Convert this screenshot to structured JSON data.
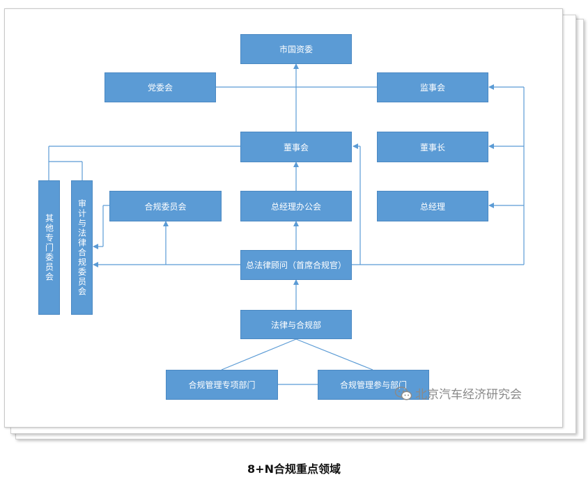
{
  "nodes": {
    "sasac": "市国资委",
    "party_committee": "党委会",
    "supervisory_board": "监事会",
    "board": "董事会",
    "chairman": "董事长",
    "other_committees": "其他专门委员会",
    "audit_law_committee": "审计与法律合规委员会",
    "compliance_committee": "合规委员会",
    "gm_office_meeting": "总经理办公会",
    "general_manager": "总经理",
    "general_counsel": "总法律顾问（首席合规官）",
    "legal_compliance_dept": "法律与合规部",
    "compliance_special_dept": "合规管理专项部门",
    "compliance_participating_dept": "合规管理参与部门"
  },
  "watermark": {
    "text": "北京汽车经济研究会",
    "icon": "wechat-icon"
  },
  "caption": "8+N合规重点领域",
  "colors": {
    "box": "#5b9bd5",
    "line": "#5b9bd5"
  }
}
